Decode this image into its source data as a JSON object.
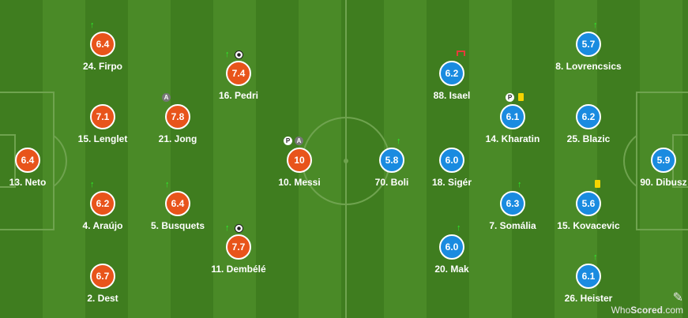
{
  "brand": {
    "part1": "Who",
    "part2": "Scored",
    "suffix": ".com",
    "icon": "whoscored-logo-icon"
  },
  "colors": {
    "home": "#e8541b",
    "away": "#1a8be0",
    "pitch_dark": "#3f7d1f",
    "pitch_light": "#4a8a27"
  },
  "home_players": [
    {
      "name": "24. Firpo",
      "rating": "6.4",
      "icons": [
        "arrow-up"
      ]
    },
    {
      "name": "15. Lenglet",
      "rating": "7.1",
      "icons": []
    },
    {
      "name": "21. Jong",
      "rating": "7.8",
      "icons": [
        "captain-badge"
      ]
    },
    {
      "name": "16. Pedri",
      "rating": "7.4",
      "icons": [
        "arrow-up",
        "goal-ball"
      ]
    },
    {
      "name": "13. Neto",
      "rating": "6.4",
      "icons": []
    },
    {
      "name": "10. Messi",
      "rating": "10",
      "icons": [
        "penalty",
        "captain-badge"
      ]
    },
    {
      "name": "4. Araújo",
      "rating": "6.2",
      "icons": [
        "arrow-up"
      ]
    },
    {
      "name": "5. Busquets",
      "rating": "6.4",
      "icons": [
        "arrow-up"
      ]
    },
    {
      "name": "11. Dembélé",
      "rating": "7.7",
      "icons": [
        "arrow-up",
        "goal-ball"
      ]
    },
    {
      "name": "2. Dest",
      "rating": "6.7",
      "icons": []
    }
  ],
  "away_players": [
    {
      "name": "88. Isael",
      "rating": "6.2",
      "icons": [
        "goal-conceded"
      ]
    },
    {
      "name": "8. Lovrencsics",
      "rating": "5.7",
      "icons": [
        "arrow-up"
      ]
    },
    {
      "name": "14. Kharatin",
      "rating": "6.1",
      "icons": [
        "penalty",
        "yellow-card"
      ]
    },
    {
      "name": "25. Blazic",
      "rating": "6.2",
      "icons": []
    },
    {
      "name": "70. Boli",
      "rating": "5.8",
      "icons": [
        "arrow-up"
      ]
    },
    {
      "name": "18. Sigér",
      "rating": "6.0",
      "icons": []
    },
    {
      "name": "90. Dibusz",
      "rating": "5.9",
      "icons": []
    },
    {
      "name": "7. Somália",
      "rating": "6.3",
      "icons": [
        "arrow-up"
      ]
    },
    {
      "name": "15. Kovacevic",
      "rating": "5.6",
      "icons": [
        "yellow-card"
      ]
    },
    {
      "name": "20. Mak",
      "rating": "6.0",
      "icons": [
        "arrow-up"
      ]
    },
    {
      "name": "26. Heister",
      "rating": "6.1",
      "icons": [
        "arrow-up"
      ]
    }
  ]
}
